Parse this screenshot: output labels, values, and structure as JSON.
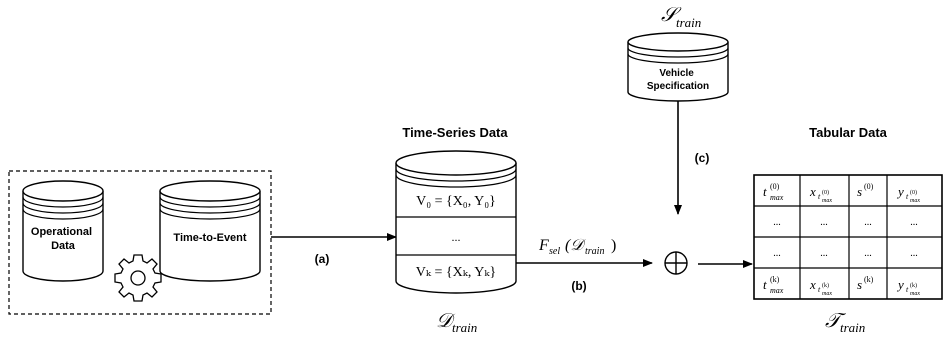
{
  "source_group": {
    "db_operational": "Operational\nData",
    "db_time_to_event": "Time-to-Event",
    "gear_icon": "gear-icon"
  },
  "labels": {
    "time_series_title": "Time-Series Data",
    "tabular_title": "Tabular Data",
    "vehicle_spec": "Vehicle\nSpecification",
    "edge_a": "(a)",
    "edge_b": "(b)",
    "edge_c": "(c)"
  },
  "math": {
    "s_train": "𝒮",
    "s_train_sub": "train",
    "d_train": "𝒟",
    "d_train_sub": "train",
    "t_train": "𝒯",
    "t_train_sub": "train",
    "f_sel": "F",
    "f_sel_sub": "sel",
    "f_sel_arg": "(𝒟",
    "f_sel_arg_sub": "train",
    "f_sel_close": ")",
    "v0": "V₀ = {X₀, Y₀}",
    "vdots": "...",
    "vk": "Vₖ = {Xₖ, Yₖ}",
    "oplus": "⊕"
  },
  "table": {
    "rows": [
      [
        "t(0)max",
        "x(0)",
        "s(0)",
        "y(0)"
      ],
      [
        "...",
        "...",
        "...",
        "..."
      ],
      [
        "...",
        "...",
        "...",
        "..."
      ],
      [
        "t(k)max",
        "x(k)",
        "s(k)",
        "y(k)"
      ]
    ],
    "cell_parts": {
      "t_base": "t",
      "t_sub": "max",
      "x_base": "x",
      "y_base": "y",
      "s_base": "s",
      "x_sub_t": "t",
      "x_sub_max": "max",
      "sup0": "(0)",
      "supk": "(k)",
      "dots": "..."
    }
  }
}
